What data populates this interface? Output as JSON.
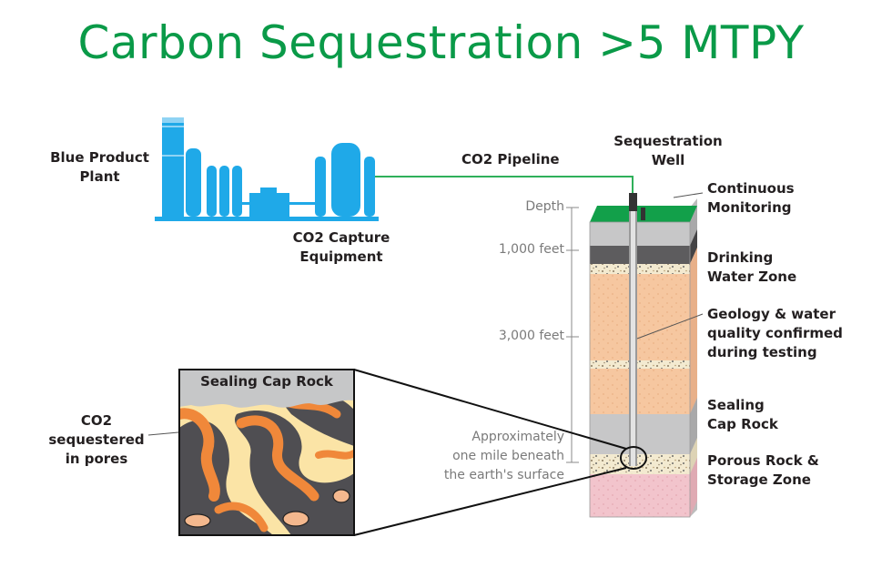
{
  "title": "Carbon Sequestration  >5 MTPY",
  "labels": {
    "plant": [
      "Blue Product",
      "Plant"
    ],
    "capture": [
      "CO2 Capture",
      "Equipment"
    ],
    "pipeline": "CO2 Pipeline",
    "well": [
      "Sequestration",
      "Well"
    ],
    "monitoring": [
      "Continuous",
      "Monitoring"
    ],
    "drinking": [
      "Drinking",
      "Water Zone"
    ],
    "geology": [
      "Geology & water",
      "quality confirmed",
      "during testing"
    ],
    "caprock": [
      "Sealing",
      "Cap Rock"
    ],
    "porous": [
      "Porous Rock &",
      "Storage Zone"
    ],
    "sealing_inset": "Sealing Cap Rock",
    "co2_pores": [
      "CO2",
      "sequestered",
      "in pores"
    ]
  },
  "depth": {
    "depth": "Depth",
    "ft1000": "1,000 feet",
    "ft3000": "3,000 feet",
    "approx": [
      "Approximately",
      "one mile beneath",
      "the earth's surface"
    ]
  },
  "colors": {
    "title_green": "#0a9a48",
    "plant_blue": "#1fa9e8",
    "pipeline_green": "#2fb05a",
    "topsoil": "#12a04a",
    "gray_layer": "#c7c7c8",
    "dark_layer": "#5d5c5e",
    "sand_layer": "#f6c7a0",
    "storage_pink": "#f2c4cc"
  },
  "icons": [
    "plant-icon",
    "well-pipe-icon",
    "magnifier-circle-icon"
  ]
}
